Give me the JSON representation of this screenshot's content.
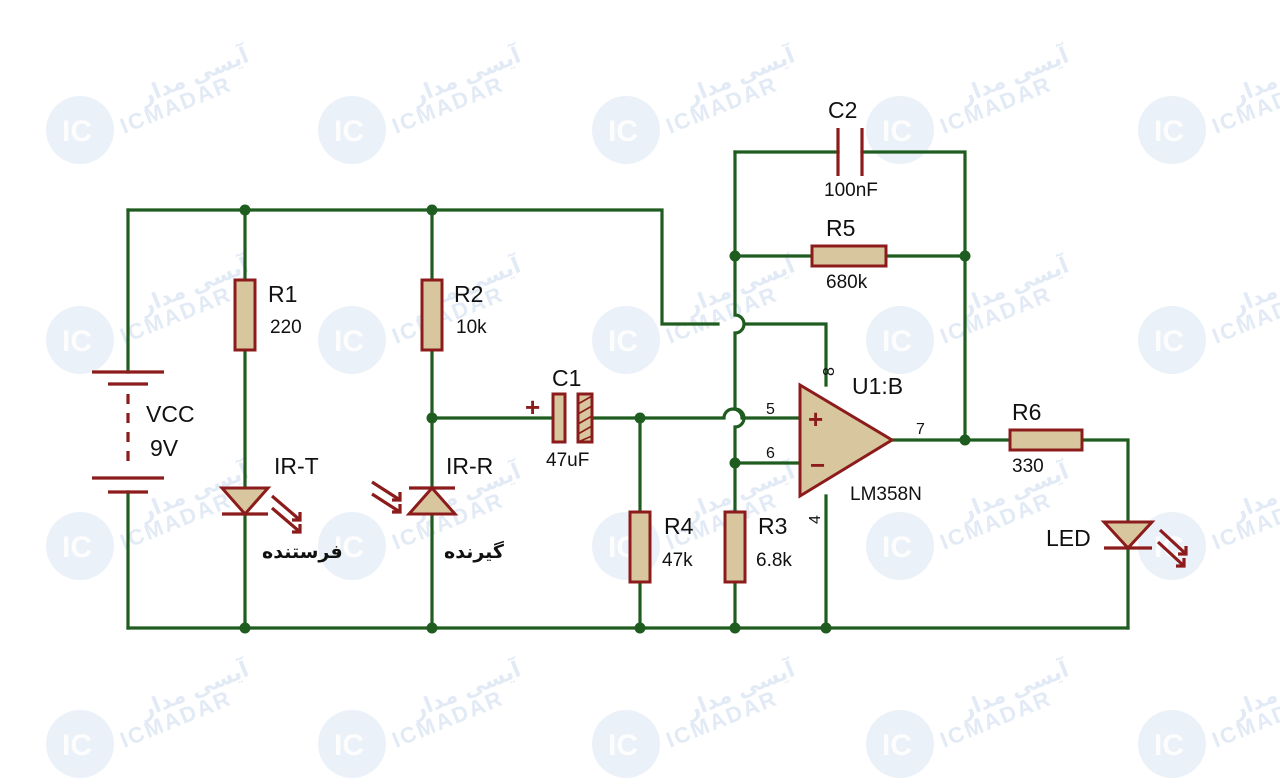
{
  "watermark": {
    "brand": "ICMADAR",
    "brand_fa": "آیسی مدار",
    "logo": "IC",
    "color": "#dbe6f3"
  },
  "colors": {
    "wire": "#1f5c1f",
    "component": "#8c1c1c",
    "resistor_fill": "#d8c79e"
  },
  "components": {
    "battery": {
      "ref": "VCC",
      "value": "9V"
    },
    "r1": {
      "ref": "R1",
      "value": "220"
    },
    "r2": {
      "ref": "R2",
      "value": "10k"
    },
    "r3": {
      "ref": "R3",
      "value": "6.8k"
    },
    "r4": {
      "ref": "R4",
      "value": "47k"
    },
    "r5": {
      "ref": "R5",
      "value": "680k"
    },
    "r6": {
      "ref": "R6",
      "value": "330"
    },
    "c1": {
      "ref": "C1",
      "value": "47uF",
      "polarity": "+"
    },
    "c2": {
      "ref": "C2",
      "value": "100nF"
    },
    "ir_t": {
      "ref": "IR-T",
      "label_fa": "فرستنده"
    },
    "ir_r": {
      "ref": "IR-R",
      "label_fa": "گیرنده"
    },
    "led": {
      "ref": "LED"
    },
    "opamp": {
      "ref": "U1:B",
      "value": "LM358N",
      "plus_sign": "+",
      "minus_sign": "−",
      "pins": {
        "non_inverting": "5",
        "inverting": "6",
        "output": "7",
        "vcc": "8",
        "gnd": "4"
      }
    }
  }
}
